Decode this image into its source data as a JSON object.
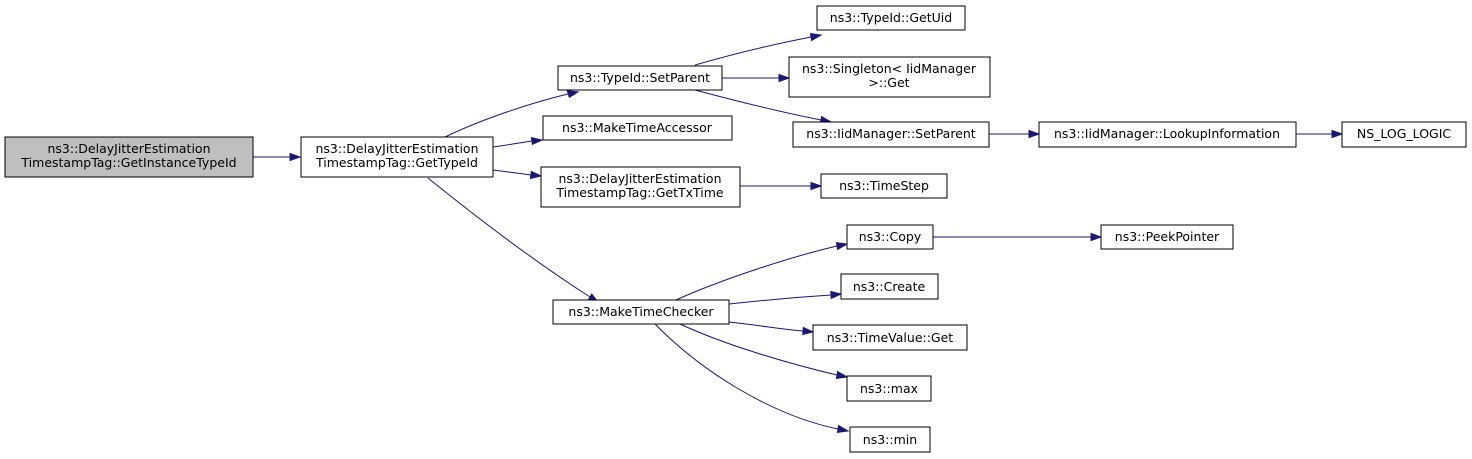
{
  "colors": {
    "edge": "#191970",
    "root_fill": "#bfbfbf",
    "node_fill": "#ffffff",
    "border": "#000000"
  },
  "nodes": {
    "root": [
      "ns3::DelayJitterEstimation",
      "TimestampTag::GetInstanceTypeId"
    ],
    "gettypeid": [
      "ns3::DelayJitterEstimation",
      "TimestampTag::GetTypeId"
    ],
    "setparent": [
      "ns3::TypeId::SetParent"
    ],
    "maketimeaccessor": [
      "ns3::MakeTimeAccessor"
    ],
    "gettxtime": [
      "ns3::DelayJitterEstimation",
      "TimestampTag::GetTxTime"
    ],
    "maketimechecker": [
      "ns3::MakeTimeChecker"
    ],
    "getuid": [
      "ns3::TypeId::GetUid"
    ],
    "singleton": [
      "ns3::Singleton< IidManager",
      ">::Get"
    ],
    "iidsetparent": [
      "ns3::IidManager::SetParent"
    ],
    "timestep": [
      "ns3::TimeStep"
    ],
    "copy": [
      "ns3::Copy"
    ],
    "create": [
      "ns3::Create"
    ],
    "timevalueget": [
      "ns3::TimeValue::Get"
    ],
    "max": [
      "ns3::max"
    ],
    "min": [
      "ns3::min"
    ],
    "lookup": [
      "ns3::IidManager::LookupInformation"
    ],
    "nslog": [
      "NS_LOG_LOGIC"
    ],
    "peekpointer": [
      "ns3::PeekPointer"
    ]
  },
  "edges": [
    [
      "root",
      "gettypeid"
    ],
    [
      "gettypeid",
      "setparent"
    ],
    [
      "gettypeid",
      "maketimeaccessor"
    ],
    [
      "gettypeid",
      "gettxtime"
    ],
    [
      "gettypeid",
      "maketimechecker"
    ],
    [
      "setparent",
      "getuid"
    ],
    [
      "setparent",
      "singleton"
    ],
    [
      "setparent",
      "iidsetparent"
    ],
    [
      "iidsetparent",
      "lookup"
    ],
    [
      "lookup",
      "nslog"
    ],
    [
      "gettxtime",
      "timestep"
    ],
    [
      "maketimechecker",
      "copy"
    ],
    [
      "maketimechecker",
      "create"
    ],
    [
      "maketimechecker",
      "timevalueget"
    ],
    [
      "maketimechecker",
      "max"
    ],
    [
      "maketimechecker",
      "min"
    ],
    [
      "copy",
      "peekpointer"
    ]
  ]
}
